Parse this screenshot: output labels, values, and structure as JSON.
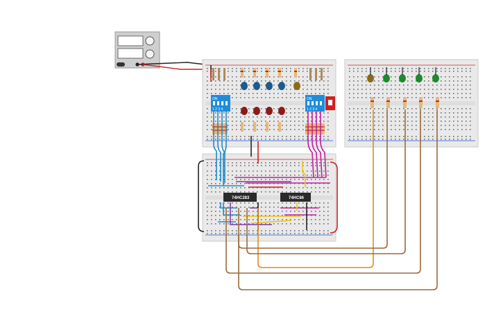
{
  "circuit": {
    "chips": [
      {
        "label": "74HC283"
      },
      {
        "label": "74HC86"
      }
    ],
    "dip_switches": [
      {
        "on_label": "ON",
        "numbers": "1 2 3 4"
      },
      {
        "on_label": "ON",
        "numbers": "1 2 3 4"
      }
    ],
    "colors": {
      "breadboard": "#e9e9e9",
      "rail_red": "#d11f1f",
      "rail_blue": "#1f4fd1",
      "wire_black": "#222222",
      "wire_red": "#d11f1f",
      "wire_blue": "#1e8cc8",
      "wire_magenta": "#c21f9e",
      "wire_yellow": "#e8c21a",
      "wire_orange": "#e08a1e",
      "wire_brown": "#9a6a3a",
      "wire_purple": "#7a3ab0",
      "led_blue": "#1e5a8c",
      "led_red": "#8c1a1a",
      "led_green": "#1a8c2a",
      "led_olive": "#8a6a1a",
      "dip_blue": "#1e8cdc",
      "slide_switch": "#d11f1f"
    },
    "icons": {
      "power_supply": "power-supply-icon",
      "dip_switch": "dip-switch-icon",
      "led": "led-icon",
      "resistor": "resistor-icon",
      "ic_chip": "ic-chip-icon",
      "slide_switch": "slide-switch-icon"
    }
  }
}
